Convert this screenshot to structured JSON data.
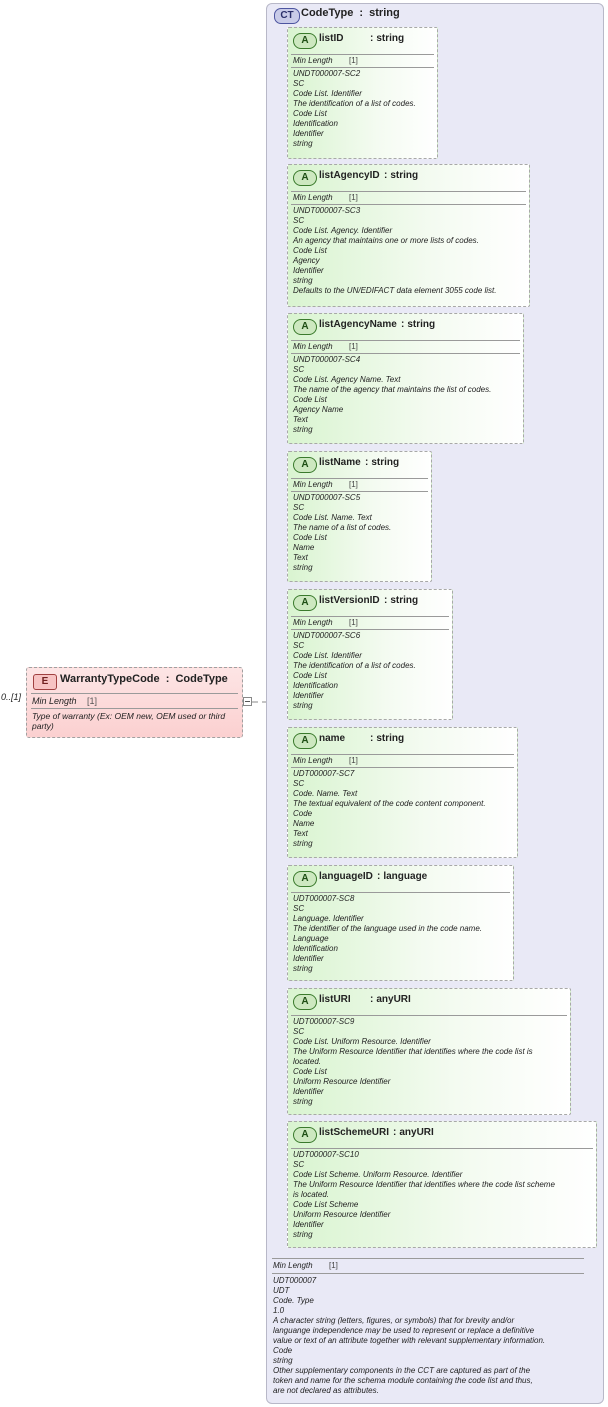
{
  "element": {
    "badge": "E",
    "name": "WarrantyTypeCode",
    "type_sep": ":",
    "type": "CodeType",
    "occurrence": "0..[1]",
    "min_length_label": "Min Length",
    "min_length_value": "[1]",
    "description_line1": "Type of warranty (Ex: OEM new, OEM used or third",
    "description_line2": "party)"
  },
  "complex_type": {
    "badge": "CT",
    "name": "CodeType",
    "type_sep": ":",
    "type": "string",
    "min_length_label": "Min Length",
    "min_length_value": "[1]",
    "doc": [
      "UDT000007",
      "UDT",
      "Code. Type",
      "1.0",
      "A character string (letters, figures, or symbols) that for brevity and/or",
      "languange independence may be used to represent or replace a definitive",
      "value or text of an attribute together with relevant supplementary information.",
      "Code",
      "string",
      "Other supplementary components in the CCT are captured as part of the",
      "token and name for the schema module containing the code list and thus,",
      "are not declared as attributes."
    ]
  },
  "attributes": [
    {
      "badge": "A",
      "name": "listID",
      "type": "string",
      "min_length_label": "Min Length",
      "min_length_value": "[1]",
      "doc": [
        "UNDT000007-SC2",
        "SC",
        "Code List. Identifier",
        "The identification of a list of codes.",
        "Code List",
        "Identification",
        "Identifier",
        "string"
      ]
    },
    {
      "badge": "A",
      "name": "listAgencyID",
      "type": "string",
      "min_length_label": "Min Length",
      "min_length_value": "[1]",
      "doc": [
        "UNDT000007-SC3",
        "SC",
        "Code List. Agency. Identifier",
        "An agency that maintains one or more lists of codes.",
        "Code List",
        "Agency",
        "Identifier",
        "string",
        "Defaults to the UN/EDIFACT data element 3055 code list."
      ]
    },
    {
      "badge": "A",
      "name": "listAgencyName",
      "type": "string",
      "min_length_label": "Min Length",
      "min_length_value": "[1]",
      "doc": [
        "UNDT000007-SC4",
        "SC",
        "Code List. Agency Name. Text",
        "The name of the agency that maintains the list of codes.",
        "Code List",
        "Agency Name",
        "Text",
        "string"
      ]
    },
    {
      "badge": "A",
      "name": "listName",
      "type": "string",
      "min_length_label": "Min Length",
      "min_length_value": "[1]",
      "doc": [
        "UNDT000007-SC5",
        "SC",
        "Code List. Name. Text",
        "The name of a list of codes.",
        "Code List",
        "Name",
        "Text",
        "string"
      ]
    },
    {
      "badge": "A",
      "name": "listVersionID",
      "type": "string",
      "min_length_label": "Min Length",
      "min_length_value": "[1]",
      "doc": [
        "UNDT000007-SC6",
        "SC",
        "Code List. Identifier",
        "The identification of a list of codes.",
        "Code List",
        "Identification",
        "Identifier",
        "string"
      ]
    },
    {
      "badge": "A",
      "name": "name",
      "type": "string",
      "min_length_label": "Min Length",
      "min_length_value": "[1]",
      "doc": [
        "UDT000007-SC7",
        "SC",
        "Code. Name. Text",
        "The textual equivalent of the code content component.",
        "Code",
        "Name",
        "Text",
        "string"
      ]
    },
    {
      "badge": "A",
      "name": "languageID",
      "type": "language",
      "doc": [
        "UDT000007-SC8",
        "SC",
        "Language. Identifier",
        "The identifier of the language used in the code name.",
        "Language",
        "Identification",
        "Identifier",
        "string"
      ]
    },
    {
      "badge": "A",
      "name": "listURI",
      "type": "anyURI",
      "doc": [
        "UDT000007-SC9",
        "SC",
        "Code List. Uniform Resource. Identifier",
        "The Uniform Resource Identifier that identifies where the code list is",
        "located.",
        "Code List",
        "Uniform Resource Identifier",
        "Identifier",
        "string"
      ]
    },
    {
      "badge": "A",
      "name": "listSchemeURI",
      "type": "anyURI",
      "doc": [
        "UDT000007-SC10",
        "SC",
        "Code List Scheme. Uniform Resource. Identifier",
        "The Uniform Resource Identifier that identifies where the code list scheme",
        "is located.",
        "Code List Scheme",
        "Uniform Resource Identifier",
        "Identifier",
        "string"
      ]
    }
  ]
}
